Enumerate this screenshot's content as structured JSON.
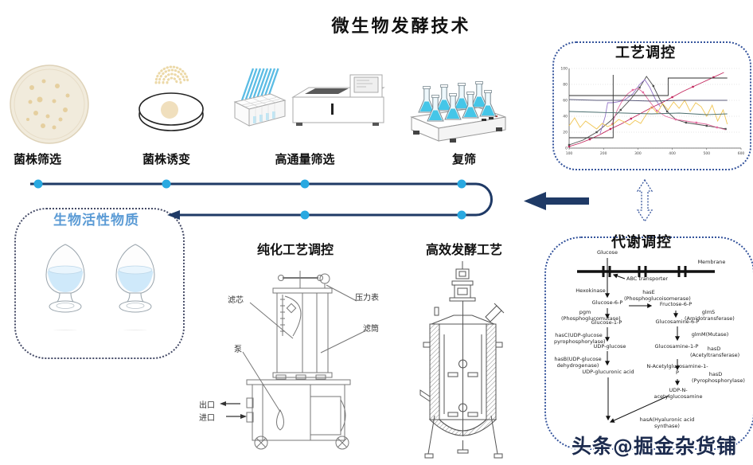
{
  "title": "微生物发酵技术",
  "top_steps": [
    {
      "label": "菌株筛选",
      "icon": "petri-dish-colonies-icon"
    },
    {
      "label": "菌株诱变",
      "icon": "uv-mutagenesis-dish-icon"
    },
    {
      "label": "高通量筛选",
      "icon": "microplate-and-reader-icon"
    },
    {
      "label": "复筛",
      "icon": "shaker-flasks-icon"
    }
  ],
  "bottom_steps": {
    "purification": "纯化工艺调控",
    "fermentation": "高效发酵工艺"
  },
  "panels": {
    "process": {
      "title": "工艺调控"
    },
    "metabolic": {
      "title": "代谢调控"
    },
    "bioactive": {
      "title": "生物活性物质",
      "title_color": "#5b9bd5"
    }
  },
  "purifier_annotations": {
    "filter_core": "滤芯",
    "pressure_gauge": "压力表",
    "filter_cartridge": "滤筒",
    "pump": "泵",
    "outlet": "出口",
    "inlet": "进口"
  },
  "pathway": {
    "glucose": "Glucose",
    "membrane": "Membrane",
    "abc": "ABC transporter",
    "hexokinase": "Hexokinase",
    "g6p": "Glucose-6-P",
    "hasE": "hasE\n(Phosphoglucoisomerase)",
    "f6p": "Fructose-6-P",
    "pgm": "pgm\n(Phosphoglucomutase)",
    "g1p": "Glucose-1-P",
    "glmS": "glmS\n(Amidotransferase)",
    "gn6p": "Glucosamine-6-P",
    "hasC": "hasC(UDP-glucose\npyrophosphorylase)",
    "udpg": "UDP-glucose",
    "glmM": "glmM(Mutase)",
    "gn1p": "Glucosamine-1-P",
    "hasB": "hasB(UDP-glucose\ndehydrogenase)",
    "udpga": "UDP-glucuronic acid",
    "hasD1": "hasD\n(Acetyltransferase)",
    "nag1p": "N-Acetylglucosamine-1-P",
    "hasD2": "hasD\n(Pyrophosphorylase)",
    "udpnag": "UDP-N-acetylglucosamine",
    "hasA": "hasA(Hyaluronic acid\nsynthase)"
  },
  "watermark": "头条@掘金杂货铺",
  "colors": {
    "flow_line": "#1f3a66",
    "flow_dot": "#29a9e1",
    "panel_border": "#35549c",
    "bioactive_title": "#5b9bd5"
  },
  "chart_data": {
    "type": "line",
    "title": "",
    "xlabel": "",
    "ylabel": "",
    "xlim": [
      100,
      600
    ],
    "ylim": [
      0,
      100
    ],
    "xticks": [
      "100",
      "200",
      "300",
      "400",
      "500",
      "600"
    ],
    "yticks": [
      0,
      20,
      40,
      60,
      80,
      100
    ],
    "grid": true,
    "legend": false,
    "series": [
      {
        "name": "rising-red",
        "color": "#c2255c",
        "markers": true,
        "x": [
          100,
          130,
          160,
          190,
          220,
          250,
          280,
          310,
          340,
          370,
          400,
          430,
          460,
          490,
          520,
          550
        ],
        "y": [
          2,
          6,
          11,
          17,
          24,
          30,
          37,
          44,
          51,
          57,
          64,
          71,
          77,
          83,
          89,
          95
        ]
      },
      {
        "name": "dark-peak",
        "color": "#4d4d4d",
        "markers": true,
        "x": [
          100,
          140,
          180,
          220,
          250,
          280,
          305,
          325,
          345,
          365,
          385,
          410,
          440,
          470,
          500,
          530,
          555
        ],
        "y": [
          4,
          10,
          20,
          34,
          48,
          62,
          76,
          90,
          78,
          60,
          46,
          36,
          32,
          30,
          28,
          26,
          24
        ]
      },
      {
        "name": "purple",
        "color": "#9577c9",
        "markers": false,
        "x": [
          190,
          205,
          212,
          215,
          225,
          240,
          260,
          285,
          305,
          320,
          335,
          350,
          365
        ],
        "y": [
          18,
          40,
          57,
          57,
          57,
          58,
          60,
          68,
          80,
          86,
          76,
          62,
          52
        ]
      },
      {
        "name": "pink",
        "color": "#e36da0",
        "markers": true,
        "x": [
          225,
          240,
          255,
          270,
          285,
          300,
          315,
          335,
          355,
          380,
          410,
          440,
          470,
          500,
          530,
          555
        ],
        "y": [
          30,
          48,
          60,
          68,
          73,
          75,
          70,
          58,
          47,
          40,
          36,
          34,
          32,
          30,
          26,
          23
        ]
      },
      {
        "name": "yellow-noisy",
        "color": "#f0c552",
        "markers": false,
        "x": [
          100,
          116,
          132,
          148,
          164,
          180,
          196,
          212,
          228,
          244,
          260,
          276,
          292,
          308,
          324,
          340,
          356,
          372,
          388,
          404,
          420,
          436,
          452,
          468,
          484,
          500,
          516,
          532,
          548,
          560
        ],
        "y": [
          28,
          38,
          26,
          34,
          29,
          24,
          31,
          27,
          30,
          36,
          33,
          29,
          35,
          31,
          42,
          52,
          44,
          56,
          48,
          58,
          50,
          60,
          46,
          57,
          52,
          40,
          54,
          34,
          48,
          30
        ]
      },
      {
        "name": "step-black",
        "color": "#2f2f2f",
        "markers": false,
        "x": [
          100,
          388,
          388,
          560
        ],
        "y": [
          66,
          66,
          88,
          88
        ]
      },
      {
        "name": "box-black",
        "color": "#2f2f2f",
        "markers": false,
        "x": [
          100,
          228,
          228
        ],
        "y": [
          13,
          13,
          92
        ]
      },
      {
        "name": "flat-60",
        "color": "#5a5a7a",
        "markers": false,
        "x": [
          100,
          180,
          260,
          340,
          420,
          500,
          560
        ],
        "y": [
          61,
          60,
          60,
          59,
          60,
          60,
          60
        ]
      },
      {
        "name": "flat-45",
        "color": "#4a6e6e",
        "markers": false,
        "x": [
          100,
          180,
          260,
          340,
          420,
          500,
          560
        ],
        "y": [
          46,
          45,
          44,
          43,
          44,
          42,
          43
        ]
      }
    ]
  }
}
